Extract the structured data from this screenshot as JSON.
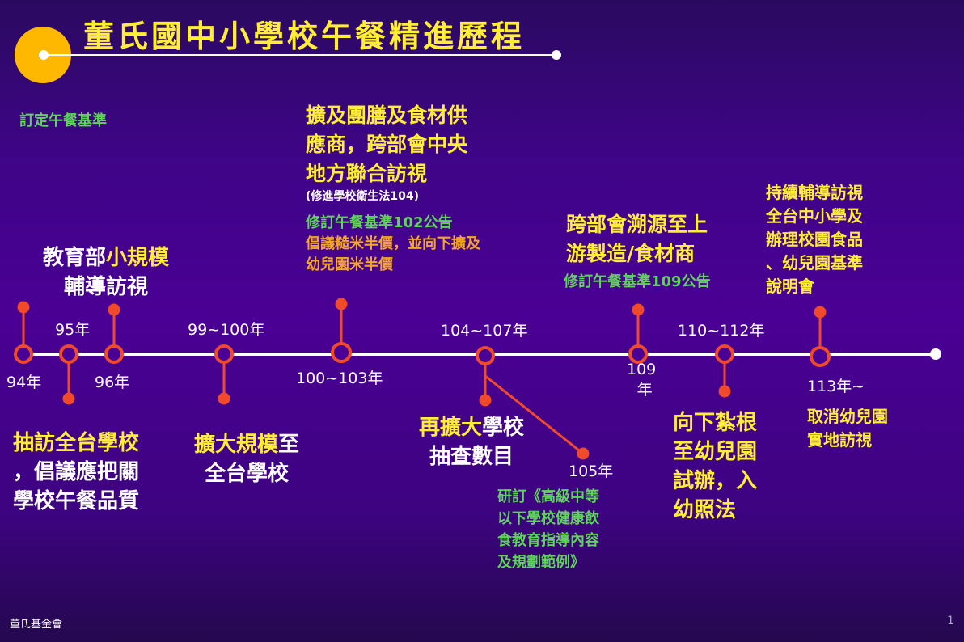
{
  "title": "董氏國中小學校午餐精進歷程",
  "footer": {
    "org": "董氏基金會",
    "page": "1"
  },
  "years": {
    "y94": "94年",
    "y95": "95年",
    "y96": "96年",
    "y99": "99~100年",
    "y100": "100~103年",
    "y104": "104~107年",
    "y105": "105年",
    "y109a": "109",
    "y109b": "年",
    "y110": "110~112年",
    "y113": "113年~"
  },
  "events": {
    "e94": "訂定午餐基準",
    "e95": {
      "l1": "抽訪全台學校",
      "l2": "，倡議應把關",
      "l3": "學校午餐品質"
    },
    "e96": {
      "l1a": "教育部",
      "l1b": "小規模",
      "l2": "輔導訪視"
    },
    "e99": {
      "l1a": "擴大規模",
      "l1b": "至",
      "l2": "全台學校"
    },
    "e100": {
      "l1": "擴及團膳及食材供",
      "l2": "應商，跨部會中央",
      "l3": "地方聯合訪視",
      "note": "(修進學校衛生法104)",
      "g1": "修訂午餐基準102公告",
      "o1": "倡議糙米半價，並向下擴及",
      "o2": "幼兒園米半價"
    },
    "e104": {
      "l1a": "再擴大",
      "l1b": "學校",
      "l2": "抽查數目"
    },
    "e105": {
      "l1": "研訂《高級中等",
      "l2": "以下學校健康飲",
      "l3": "食教育指導內容",
      "l4": "及規劃範例》"
    },
    "e109": {
      "l1": "跨部會溯源至上",
      "l2": "游製造/食材商",
      "g1": "修訂午餐基準109公告"
    },
    "e110": {
      "l1": "向下紮根",
      "l2": "至幼兒園",
      "l3": "試辦，入",
      "l4": "幼照法"
    },
    "e113up": {
      "l1": "持續輔導訪視",
      "l2": "全台中小學及",
      "l3": "辦理校園食品",
      "l4": "、幼兒園基準",
      "l5": "說明會"
    },
    "e113": {
      "l1": "取消幼兒園",
      "l2": "實地訪視"
    }
  },
  "colors": {
    "node": "#f04a2a",
    "line": "#ffffff",
    "title": "#ffee33",
    "sun": "#ffb800"
  }
}
